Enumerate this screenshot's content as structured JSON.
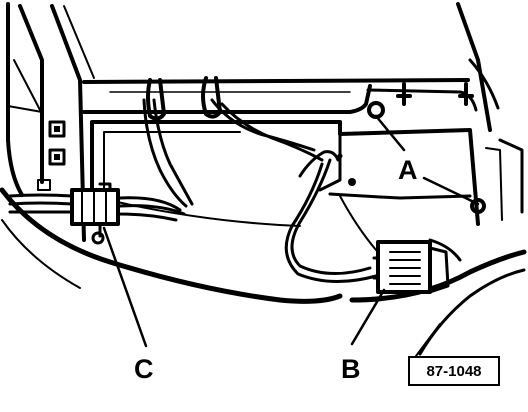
{
  "callouts": {
    "a": "A",
    "b": "B",
    "c": "C"
  },
  "figure_number": "87-1048",
  "colors": {
    "ink": "#000000",
    "paper": "#ffffff"
  }
}
